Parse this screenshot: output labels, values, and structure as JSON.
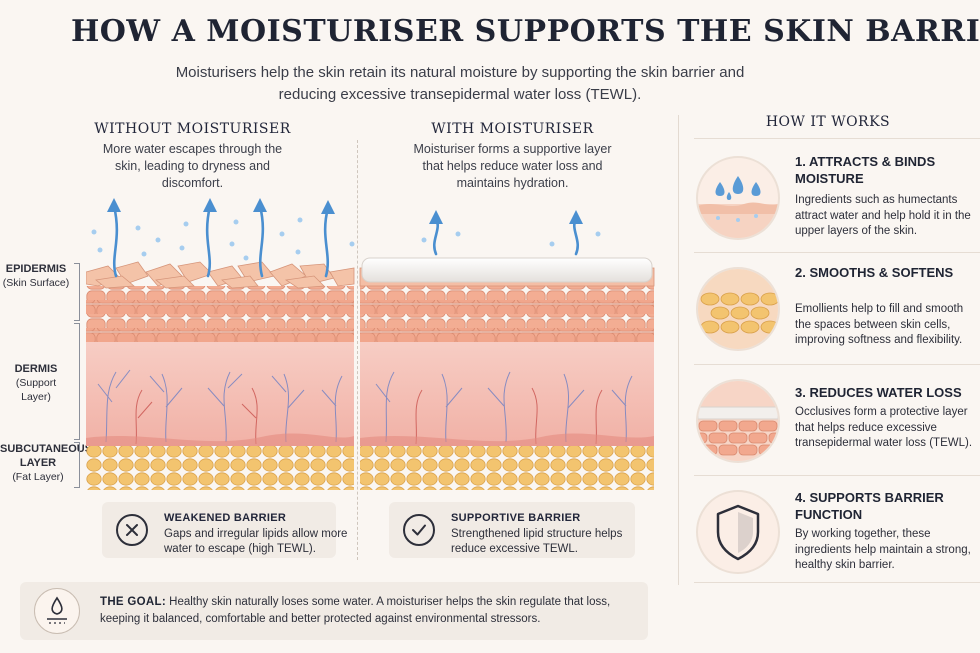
{
  "title": "HOW A MOISTURISER SUPPORTS THE SKIN BARRIER",
  "subtitle": "Moisturisers help the skin retain its natural moisture by supporting the skin barrier and reducing excessive transepidermal water loss (TEWL).",
  "without": {
    "title": "WITHOUT MOISTURISER",
    "description": "More water escapes through the skin, leading to dryness and discomfort.",
    "card": {
      "head": "WEAKENED BARRIER",
      "body": "Gaps and irregular lipids allow more water to escape (high TEWL).",
      "icon": "x-circle-icon"
    }
  },
  "with": {
    "title": "WITH MOISTURISER",
    "description": "Moisturiser forms a supportive layer that helps reduce water loss and maintains hydration.",
    "card": {
      "head": "SUPPORTIVE BARRIER",
      "body": "Strengthened lipid structure helps reduce excessive TEWL.",
      "icon": "check-circle-icon"
    }
  },
  "layers": [
    {
      "name": "EPIDERMIS",
      "sub": "(Skin Surface)"
    },
    {
      "name": "DERMIS",
      "sub": "(Support Layer)"
    },
    {
      "name": "SUBCUTANEOUS LAYER",
      "sub": "(Fat Layer)"
    }
  ],
  "how_it_works": {
    "title": "HOW IT WORKS",
    "items": [
      {
        "head": "1. ATTRACTS & BINDS MOISTURE",
        "body": "Ingredients such as humectants attract water and help hold it in the upper layers of the skin.",
        "icon": "water-droplets-icon"
      },
      {
        "head": "2. SMOOTHS & SOFTENS",
        "body": "Emollients help to fill and smooth the spaces between skin cells, improving softness and flexibility.",
        "icon": "smooth-cells-icon"
      },
      {
        "head": "3. REDUCES WATER LOSS",
        "body": "Occlusives form a protective layer that helps reduce excessive transepidermal water loss (TEWL).",
        "icon": "protective-layer-icon"
      },
      {
        "head": "4. SUPPORTS BARRIER FUNCTION",
        "body": "By working together, these ingredients help maintain a strong, healthy skin barrier.",
        "icon": "shield-icon"
      }
    ]
  },
  "goal": {
    "label": "THE GOAL:",
    "text": "Healthy skin naturally loses some water. A moisturiser helps the skin regulate that loss, keeping it balanced, comfortable and better protected against environmental stressors.",
    "icon": "droplet-skin-icon"
  },
  "colors": {
    "skin_top": "#f2b9a0",
    "skin_cells": "#f0a88e",
    "dermis": "#f6c4bc",
    "fat": "#f1c274",
    "arrow": "#4a8fd0",
    "moisturiser": "#f3f1ef"
  }
}
